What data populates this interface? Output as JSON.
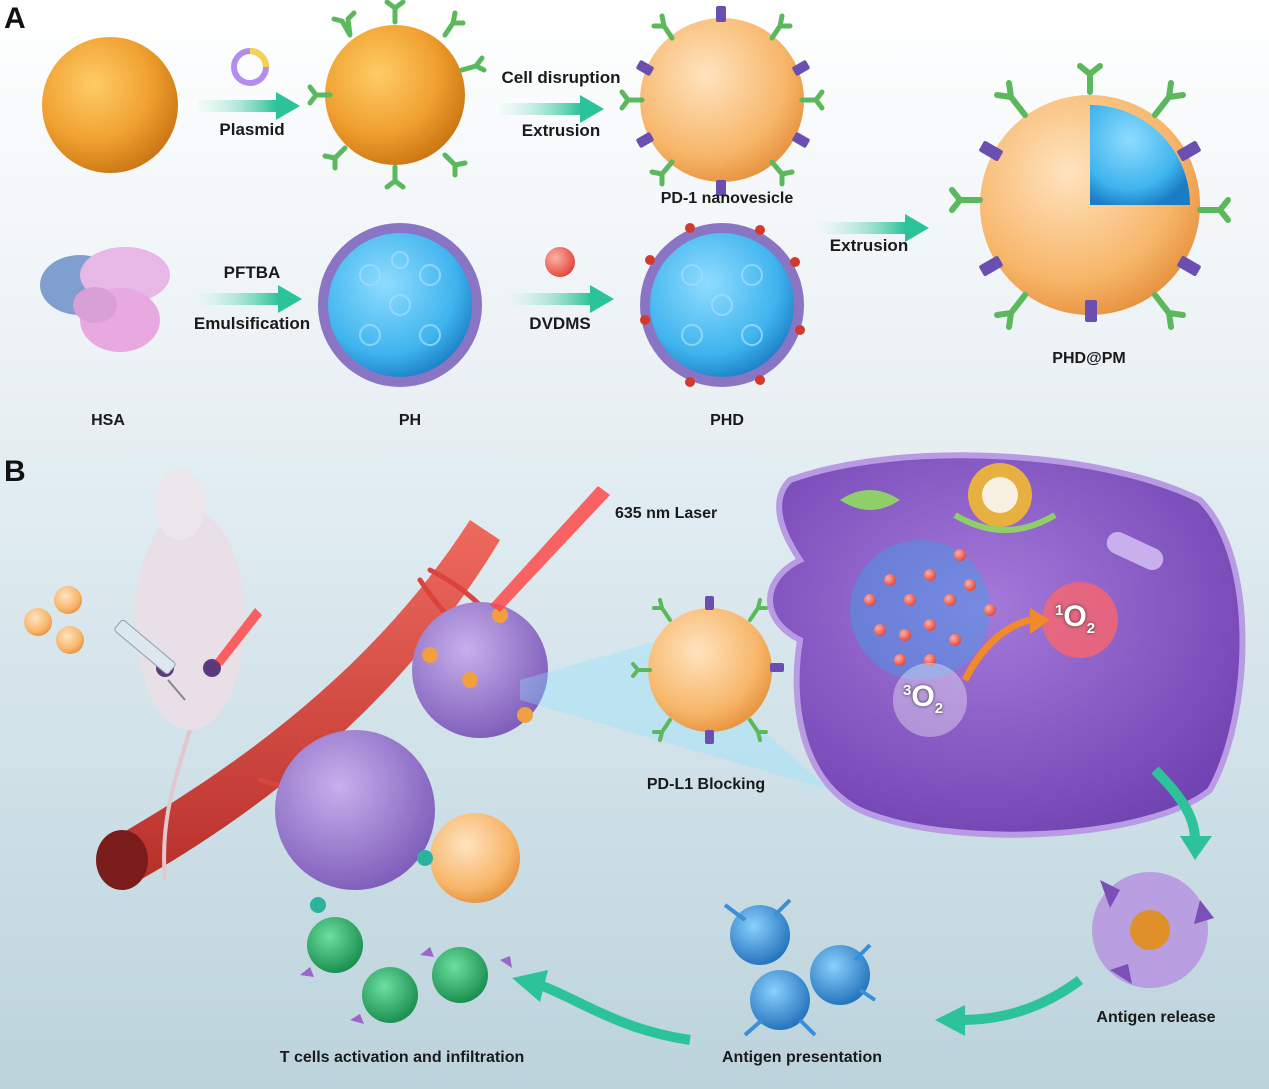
{
  "panel_a": {
    "letter": "A",
    "steps": {
      "plasmid": "Plasmid",
      "cell_disruption": "Cell disruption",
      "extrusion_1": "Extrusion",
      "extrusion_2": "Extrusion",
      "pftba": "PFTBA",
      "emulsification": "Emulsification",
      "dvdms": "DVDMS"
    },
    "names": {
      "hsa": "HSA",
      "ph": "PH",
      "phd": "PHD",
      "pd1_nanovesicle": "PD-1 nanovesicle",
      "phd_pm": "PHD@PM"
    }
  },
  "panel_b": {
    "letter": "B",
    "laser": "635 nm Laser",
    "pdl1_blocking": "PD-L1 Blocking",
    "singlet_oxygen": {
      "pre": "1",
      "base": "O",
      "sub": "2"
    },
    "triplet_oxygen": {
      "pre": "3",
      "base": "O",
      "sub": "2"
    },
    "antigen_release": "Antigen release",
    "antigen_presentation": "Antigen presentation",
    "t_cells": "T cells activation and infiltration"
  },
  "colors": {
    "cell_orange": "#f0a030",
    "vesicle_orange": "#f7b66a",
    "blue_core": "#3fb4ee",
    "receptor_green": "#5cb85c",
    "receptor_purple": "#6a4fb0",
    "vessel_red": "#d9443f",
    "tumor_purple": "#8e6cc8",
    "cell_purple": "#8a56c8",
    "arrow_green": "#2dc39a",
    "tcell_green": "#2fb36c",
    "dc_blue": "#3b8fd6"
  }
}
